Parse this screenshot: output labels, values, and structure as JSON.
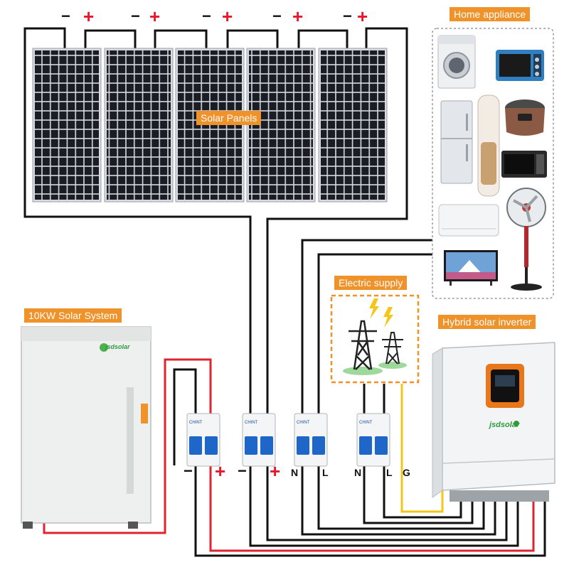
{
  "labels": {
    "solar_panels": "Solar Panels",
    "home_appliance": "Home appliance",
    "electric_supply": "Electric supply",
    "system": "10KW Solar System",
    "inverter": "Hybrid solar inverter"
  },
  "panel_terminals": [
    {
      "minus": "−",
      "plus": "+"
    },
    {
      "minus": "−",
      "plus": "+"
    },
    {
      "minus": "−",
      "plus": "+"
    },
    {
      "minus": "−",
      "plus": "+"
    },
    {
      "minus": "−",
      "plus": "+"
    }
  ],
  "breaker_terminals": {
    "battery": {
      "minus": "−",
      "plus": "+"
    },
    "pv": {
      "minus": "−",
      "plus": "+"
    },
    "load": {
      "n": "N",
      "l": "L"
    },
    "grid": {
      "n": "N",
      "l": "L",
      "g": "G"
    }
  },
  "brand": {
    "battery": "jsdsolar",
    "inverter": "jsdsolar"
  },
  "breaker_brand": "CHINT",
  "colors": {
    "accent_orange": "#f0922a",
    "wire_red": "#e0242f",
    "wire_black": "#111111",
    "wire_yellow": "#f5c518",
    "breaker_blue": "#1f66c9",
    "panel_cell": "#1b1d24"
  },
  "icons": [
    "washing-machine-icon",
    "toaster-oven-icon",
    "refrigerator-icon",
    "air-purifier-icon",
    "rice-cooker-icon",
    "microwave-icon",
    "air-conditioner-icon",
    "electric-fan-icon",
    "television-icon",
    "power-tower-icon",
    "lightning-icon"
  ]
}
